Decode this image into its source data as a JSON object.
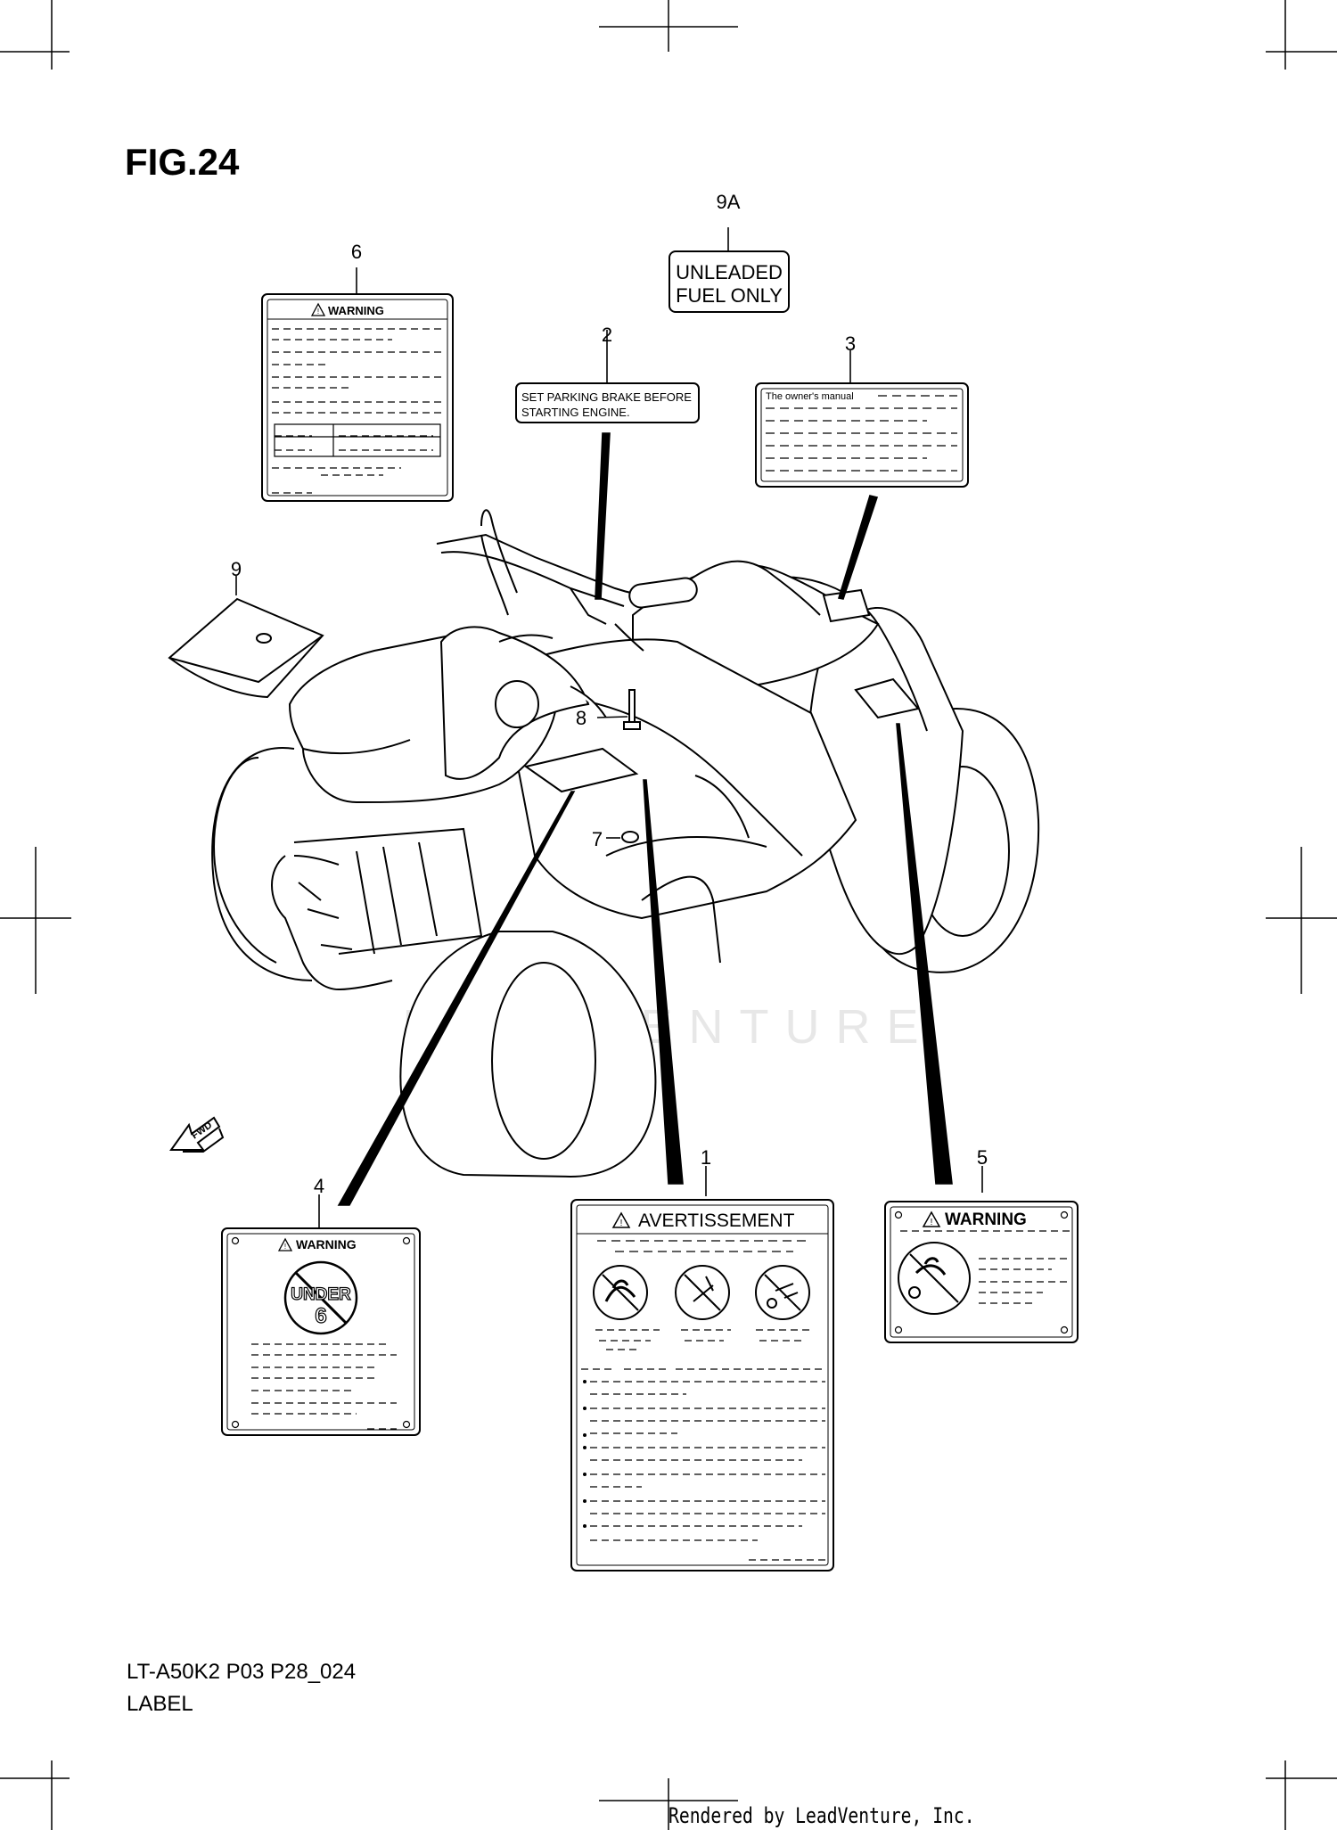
{
  "figure": {
    "title": "FIG.24",
    "model_code": "LT-A50K2 P03 P28_024",
    "group_name": "LABEL",
    "rendered_by": "Rendered by LeadVenture, Inc.",
    "watermark": "LEADVENTURE"
  },
  "callouts": {
    "c1": "1",
    "c2": "2",
    "c3": "3",
    "c4": "4",
    "c5": "5",
    "c6": "6",
    "c7": "7",
    "c8": "8",
    "c9": "9",
    "c9a": "9A"
  },
  "labels": {
    "fuel_line1": "UNLEADED",
    "fuel_line2": "FUEL ONLY",
    "parking_line1": "SET PARKING BRAKE BEFORE",
    "parking_line2": "STARTING ENGINE.",
    "manual_text": "The owner's manual",
    "warning6_header": "WARNING",
    "warning4_header": "WARNING",
    "warning4_under": "UNDER",
    "warning4_age": "6",
    "warning5_header": "WARNING",
    "avertissement_header": "AVERTISSEMENT",
    "fwd": "FWD"
  },
  "colors": {
    "ink": "#000000",
    "paper": "#ffffff",
    "watermark": "#d8d8d8"
  }
}
